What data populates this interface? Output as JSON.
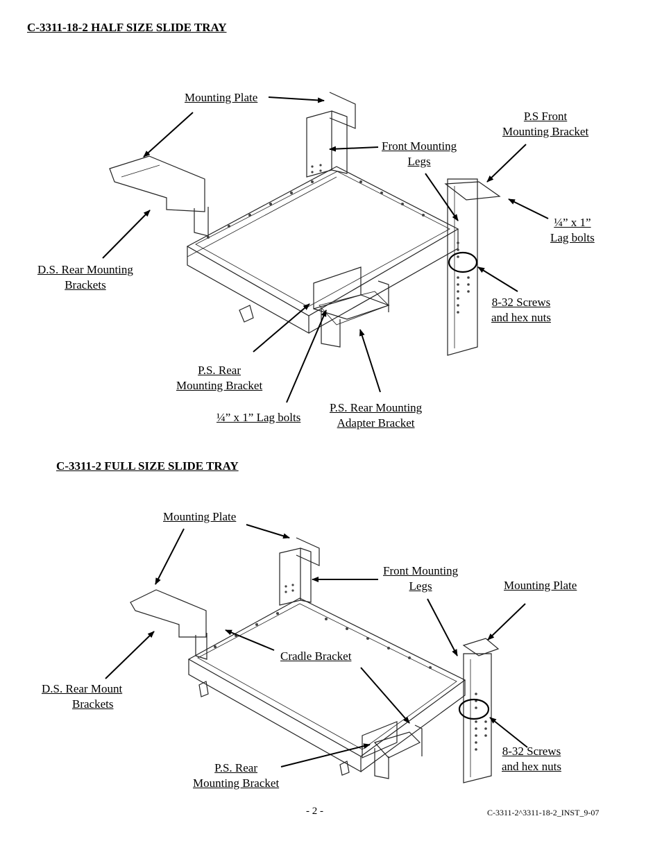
{
  "sections": {
    "half": {
      "title": "C-3311-18-2 HALF SIZE SLIDE TRAY",
      "labels": {
        "mounting_plate": "Mounting Plate",
        "front_legs_l1": "Front Mounting",
        "front_legs_l2": "Legs",
        "ps_front_l1": "P.S Front",
        "ps_front_l2": "Mounting Bracket",
        "lag_right_l1": "¼” x 1”",
        "lag_right_l2": "Lag bolts",
        "ds_rear_l1": "D.S. Rear Mounting",
        "ds_rear_l2": "Brackets",
        "screws_l1": "8-32 Screws",
        "screws_l2": "and hex nuts",
        "ps_rear_l1": "P.S. Rear",
        "ps_rear_l2": "Mounting Bracket",
        "lag_bottom": "¼” x 1” Lag bolts",
        "ps_adapter_l1": "P.S. Rear Mounting",
        "ps_adapter_l2": "Adapter Bracket"
      }
    },
    "full": {
      "title": "C-3311-2 FULL SIZE SLIDE TRAY",
      "labels": {
        "mounting_plate_left": "Mounting Plate",
        "front_legs_l1": "Front Mounting",
        "front_legs_l2": "Legs",
        "mounting_plate_right": "Mounting Plate",
        "cradle": "Cradle Bracket",
        "ds_rear_l1": "D.S. Rear Mount",
        "ds_rear_l2": "Brackets",
        "screws_l1": "8-32 Screws",
        "screws_l2": "and hex nuts",
        "ps_rear_l1": "P.S. Rear",
        "ps_rear_l2": "Mounting Bracket"
      }
    }
  },
  "footer": {
    "page_number": "- 2 -",
    "doc_id": "C-3311-2^3311-18-2_INST_9-07"
  }
}
